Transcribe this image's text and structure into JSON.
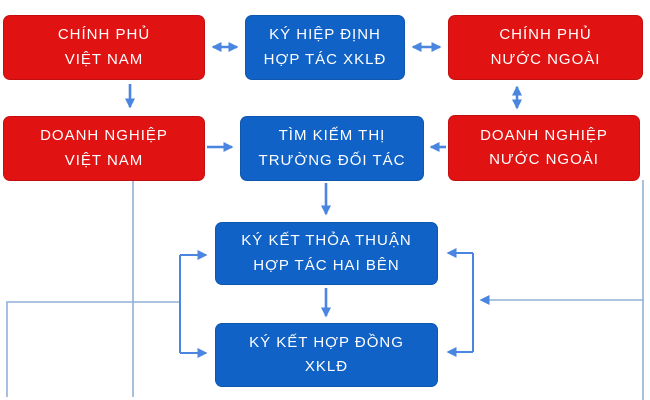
{
  "colors": {
    "red_box": "#e01212",
    "blue_box": "#1062c6",
    "arrow": "#4a86e0",
    "line": "#8fb0d8",
    "box_text": "#ffffff"
  },
  "nodes": {
    "gov_vietnam": {
      "line1": "CHÍNH PHỦ",
      "line2": "VIỆT NAM"
    },
    "sign_agreement": {
      "line1": "KÝ HIỆP ĐỊNH",
      "line2": "HỢP TÁC XKLĐ"
    },
    "gov_foreign": {
      "line1": "CHÍNH PHỦ",
      "line2": "NƯỚC NGOÀI"
    },
    "enterprise_vietnam": {
      "line1": "DOANH NGHIỆP",
      "line2": "VIỆT NAM"
    },
    "find_market": {
      "line1": "TÌM KIẾM THỊ",
      "line2": "TRƯỜNG ĐỐI TÁC"
    },
    "enterprise_foreign": {
      "line1": "DOANH NGHIỆP",
      "line2": "NƯỚC NGOÀI"
    },
    "sign_mou": {
      "line1": "KÝ KẾT THỎA THUẬN",
      "line2": "HỢP TÁC HAI BÊN"
    },
    "sign_contract": {
      "line1": "KÝ KẾT HỢP ĐỒNG",
      "line2": "XKLĐ"
    }
  }
}
